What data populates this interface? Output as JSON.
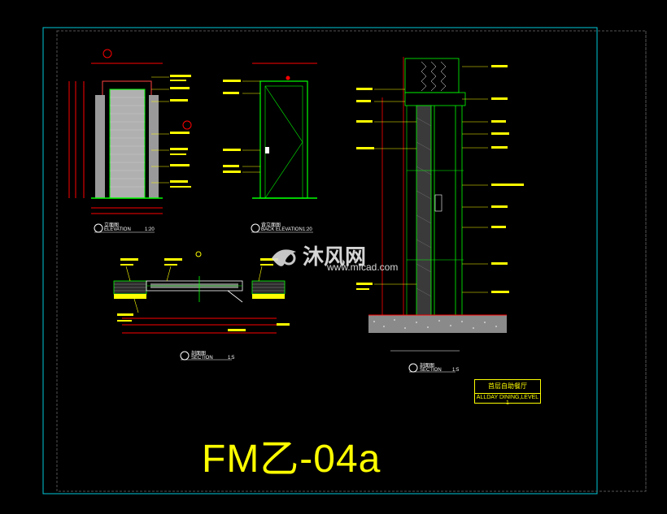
{
  "drawing": {
    "code": "FM乙-04a",
    "title_block": {
      "cn": "首层自助餐厅",
      "en": "ALLDAY DINING,LEVEL 1"
    },
    "views": [
      {
        "id": "front-elevation",
        "cn": "立面图",
        "en": "ELEVATION",
        "scale": "1:20"
      },
      {
        "id": "back-elevation",
        "cn": "背立面图",
        "en": "BACK ELEVATION",
        "scale": "1:20"
      },
      {
        "id": "plan-section",
        "cn": "剖面图",
        "en": "SECTION",
        "scale": "1:5"
      },
      {
        "id": "vertical-section",
        "cn": "剖面图",
        "en": "SECTION",
        "scale": "1:5"
      }
    ],
    "watermark": {
      "text": "沐风网",
      "url": "www.mfcad.com"
    }
  },
  "colors": {
    "background": "#000000",
    "frame": "#00c8d8",
    "annotation": "#ffff00",
    "dimension": "#ff0000",
    "geometry": "#00ff00",
    "text": "#ffffff",
    "hatch": "#808080"
  }
}
